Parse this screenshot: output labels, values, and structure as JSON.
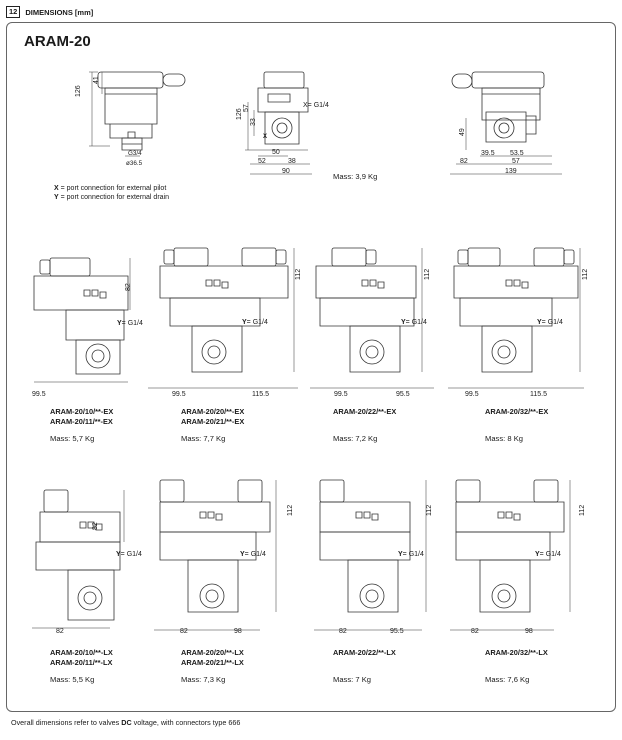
{
  "header": {
    "section_number": "12",
    "section_title": "DIMENSIONS [mm]"
  },
  "title": "ARAM-20",
  "top_views": {
    "v1": {
      "d126": "126",
      "d41": "41",
      "g34": "G3/4",
      "d365": "ø36.5"
    },
    "v2": {
      "d126": "126",
      "d57": "57",
      "d33": "33",
      "x_port": "X= G1/4",
      "x_mark": "X",
      "d50": "50",
      "d52": "52",
      "d38": "38",
      "d90": "90"
    },
    "v3": {
      "d49": "49",
      "d395": "39.5",
      "d535": "53.5",
      "d82": "82",
      "d57": "57",
      "d139": "139"
    }
  },
  "top_mass": "Mass: 3,9 Kg",
  "legend": {
    "x_key": "X",
    "x_text": "= port connection for external pilot",
    "y_key": "Y",
    "y_text": "= port connection for external drain"
  },
  "y_key": "Y",
  "y_val": "= G1/4",
  "ex_row": [
    {
      "name1": "ARAM-20/10/**-EX",
      "name2": "ARAM-20/11/**-EX",
      "mass": "Mass: 5,7 Kg",
      "h": "82",
      "w1": "99.5",
      "w2": ""
    },
    {
      "name1": "ARAM-20/20/**-EX",
      "name2": "ARAM-20/21/**-EX",
      "mass": "Mass: 7,7 Kg",
      "h": "112",
      "w1": "99.5",
      "w2": "115.5"
    },
    {
      "name1": "ARAM-20/22/**-EX",
      "name2": "",
      "mass": "Mass: 7,2 Kg",
      "h": "112",
      "w1": "99.5",
      "w2": "95.5"
    },
    {
      "name1": "ARAM-20/32/**-EX",
      "name2": "",
      "mass": "Mass: 8 Kg",
      "h": "112",
      "w1": "99.5",
      "w2": "115.5"
    }
  ],
  "lx_row": [
    {
      "name1": "ARAM-20/10/**-LX",
      "name2": "ARAM-20/11/**-LX",
      "mass": "Mass: 5,5 Kg",
      "h": "82",
      "w1": "82",
      "w2": ""
    },
    {
      "name1": "ARAM-20/20/**-LX",
      "name2": "ARAM-20/21/**-LX",
      "mass": "Mass: 7,3 Kg",
      "h": "112",
      "w1": "82",
      "w2": "98"
    },
    {
      "name1": "ARAM-20/22/**-LX",
      "name2": "",
      "mass": "Mass: 7 Kg",
      "h": "112",
      "w1": "82",
      "w2": "95.5"
    },
    {
      "name1": "ARAM-20/32/**-LX",
      "name2": "",
      "mass": "Mass: 7,6 Kg",
      "h": "112",
      "w1": "82",
      "w2": "98"
    }
  ],
  "footer": {
    "pre": "Overall dimensions refer to valves ",
    "bold": "DC",
    "post": " voltage, with connectors type 666"
  }
}
